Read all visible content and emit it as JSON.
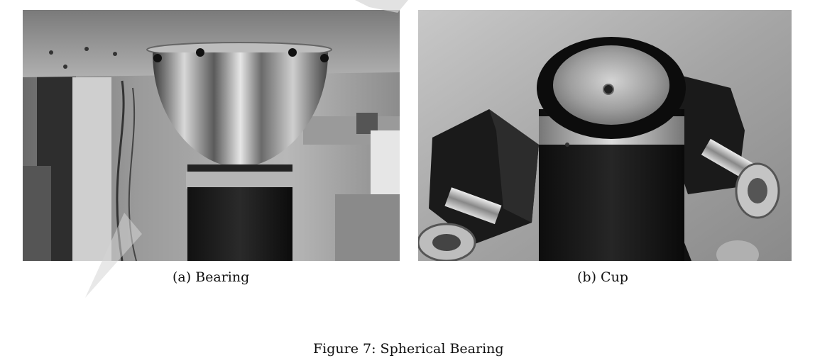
{
  "subfigures": [
    {
      "label": "(a) Bearing",
      "photo_subject": "spherical-bearing-ball-photo"
    },
    {
      "label": "(b) Cup",
      "photo_subject": "bearing-cup-photo"
    }
  ],
  "figure_caption": "Figure 7: Spherical Bearing",
  "colors": {
    "page_background": "#ffffff",
    "caption_text": "#111111",
    "watermark": "#d6d6d6"
  }
}
